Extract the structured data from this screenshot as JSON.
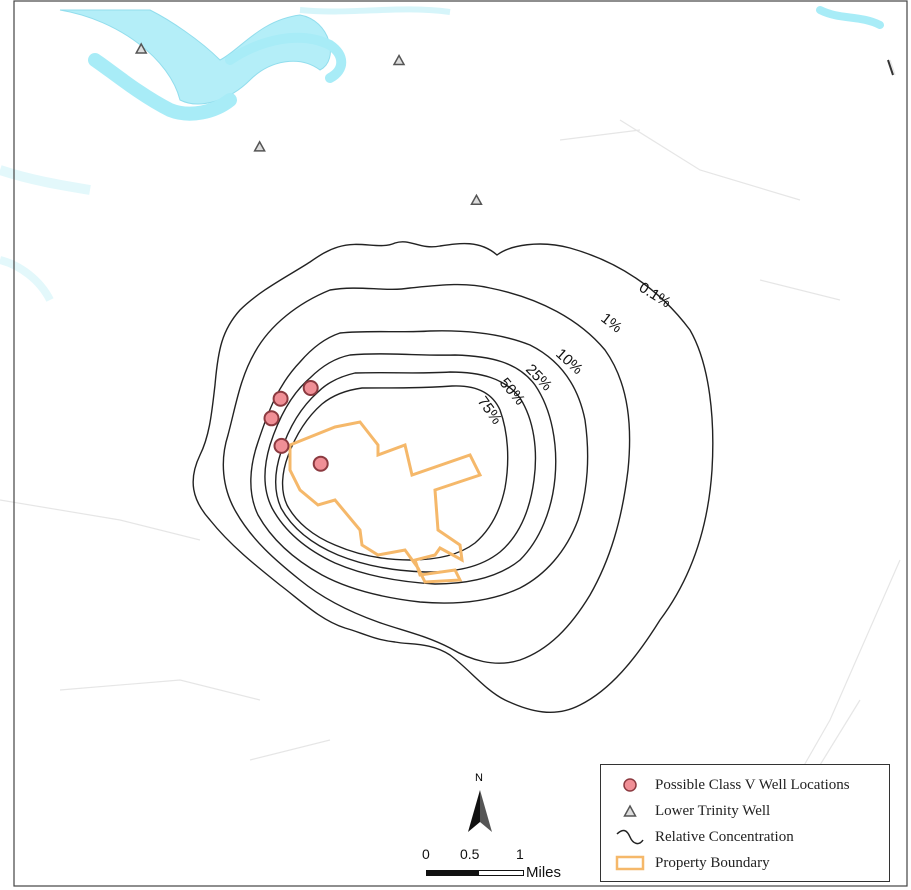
{
  "contour_labels": [
    "0.1%",
    "1%",
    "10%",
    "25%",
    "50%",
    "75%"
  ],
  "legend": {
    "items": [
      {
        "label": "Possible Class V Well Locations",
        "symbol": "pink-circle"
      },
      {
        "label": "Lower Trinity Well",
        "symbol": "triangle"
      },
      {
        "label": "Relative Concentration",
        "symbol": "contour-line"
      },
      {
        "label": "Property Boundary",
        "symbol": "orange-rectangle"
      }
    ]
  },
  "scalebar": {
    "ticks": [
      "0",
      "0.5",
      "1"
    ],
    "units": "Miles"
  },
  "north_arrow": {
    "label": "N"
  },
  "colors": {
    "water": "#a8ecf7",
    "well_fill": "#f08f96",
    "well_stroke": "#8c3a40",
    "boundary": "#f5b86a",
    "contour": "#222222",
    "triangle": "#555555"
  },
  "wells": [
    {
      "id": "class-v-1",
      "lon": 0.308,
      "lat": 0.448
    },
    {
      "id": "class-v-2",
      "lon": 0.341,
      "lat": 0.436
    },
    {
      "id": "class-v-3",
      "lon": 0.298,
      "lat": 0.47
    },
    {
      "id": "class-v-4",
      "lon": 0.309,
      "lat": 0.501
    },
    {
      "id": "class-v-5",
      "lon": 0.352,
      "lat": 0.521
    }
  ],
  "trinity_wells": [
    {
      "id": "trinity-1",
      "lon": 0.155,
      "lat": 0.055
    },
    {
      "id": "trinity-2",
      "lon": 0.438,
      "lat": 0.068
    },
    {
      "id": "trinity-3",
      "lon": 0.285,
      "lat": 0.165
    },
    {
      "id": "trinity-4",
      "lon": 0.523,
      "lat": 0.225
    }
  ]
}
